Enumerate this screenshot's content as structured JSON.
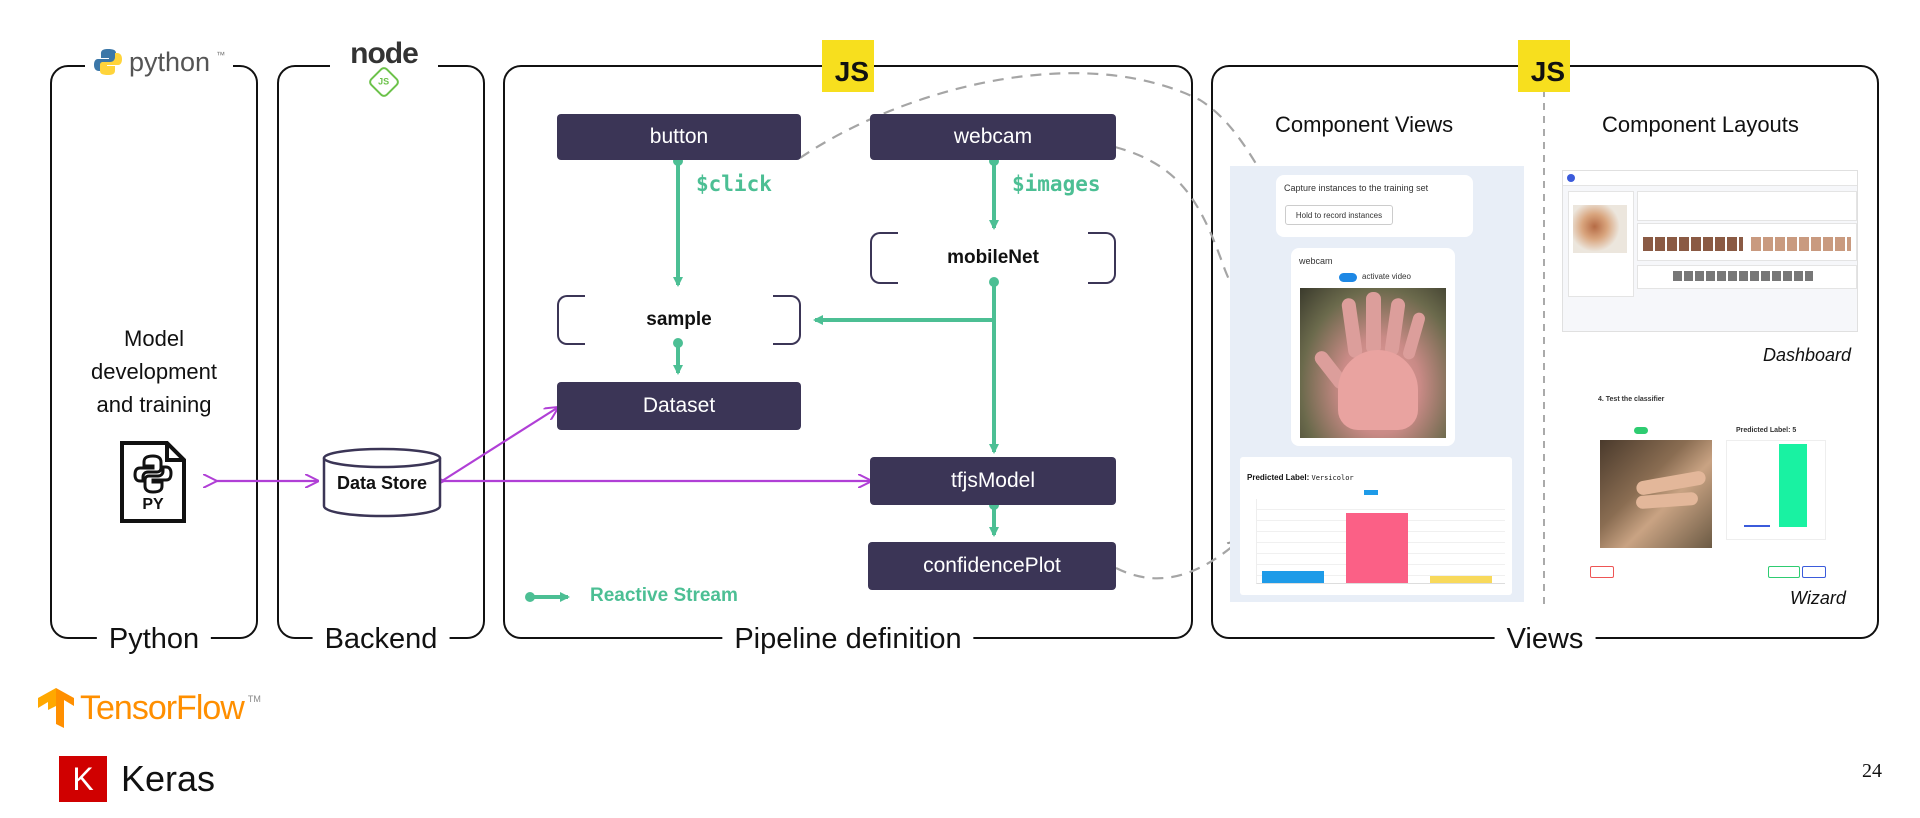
{
  "panels": {
    "python": {
      "label": "Python",
      "logo_text": "python",
      "tm": "™",
      "description": [
        "Model",
        "development",
        "and training"
      ],
      "file_label": "PY"
    },
    "backend": {
      "label": "Backend",
      "logo_text": "node",
      "logo_sub": "JS",
      "store_label": "Data Store"
    },
    "pipeline": {
      "label": "Pipeline definition",
      "badge": "JS"
    },
    "views": {
      "label": "Views",
      "badge": "JS"
    }
  },
  "pipeline": {
    "nodes": {
      "button": "button",
      "webcam": "webcam",
      "mobilenet": "mobileNet",
      "sample": "sample",
      "dataset": "Dataset",
      "tfjsmodel": "tfjsModel",
      "confidenceplot": "confidencePlot"
    },
    "streams": {
      "click": "$click",
      "images": "$images"
    },
    "legend": "Reactive Stream"
  },
  "views": {
    "component_views": "Component Views",
    "component_layouts": "Component Layouts",
    "capture_title": "Capture instances to the training set",
    "capture_button": "Hold to record instances",
    "webcam_title": "webcam",
    "activate_video": "activate video",
    "plot_title": "Predicted Label:",
    "plot_value": "Versicolor",
    "dashboard": "Dashboard",
    "wizard": "Wizard",
    "wizard_step": "4. Test the classifier",
    "wizard_predicted": "Predicted Label: 5"
  },
  "footer": {
    "tensorflow": "TensorFlow",
    "tensorflow_tm": "TM",
    "keras_k": "K",
    "keras": "Keras",
    "page_number": "24"
  },
  "colors": {
    "node": "#3b3556",
    "stream": "#4cbf94",
    "link": "#b03fd6",
    "js": "#f7df1e",
    "tf": "#ff8f00",
    "keras": "#d00000"
  }
}
